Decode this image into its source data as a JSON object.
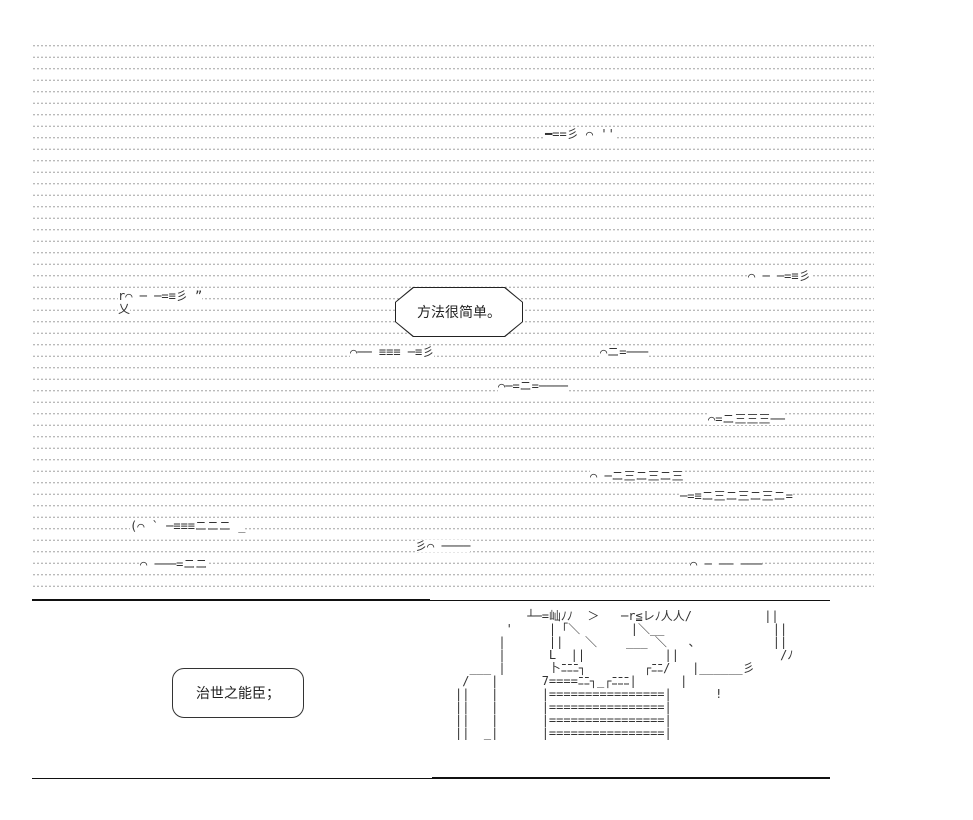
{
  "top_panel": {
    "speech": "方法很简单。",
    "swirls": [
      "⌒ ─ ─=≡彡",
      "r⌒ ─ ─=≡彡 ”",
      "⌒── ≡≡≡ ─≡彡",
      "⌒ニ=───",
      "⌒─=ニ=────",
      "⌒=ニ三三三──",
      "⌒ ─ニ三ニ三ニ三",
      "─=≡ニ三ニ三ニ三ニ=",
      "(⌒ ` ─≡≡≡ニニニ _",
      "⌒ ───=ニニ",
      "彡⌒ ────",
      "⌒ ─ ── ───",
      "乂",
      "━==彡 ⌒ ''"
    ]
  },
  "bottom_panel": {
    "speech": "治世之能臣；",
    "art": [
      "          ┴─=屾ﾉﾉ  ＞   ─r≦レﾉ人人/          ||",
      "       '     |「＼       |＼__               ||",
      "      |      ||   ＼    ___ ＼   、          ||",
      "      |      L  ||           ||              /ﾉ",
      "  ___ |      卜ﾆﾆﾆ┐        ┌ﾆﾆ/   |______彡",
      " /   |      7====ﾆﾆ┐_┌ﾆﾆﾆ|      |",
      "||   |      |================|      !",
      "||   |      |================|",
      "||   |      |================|",
      "||  _|      |================|"
    ]
  }
}
